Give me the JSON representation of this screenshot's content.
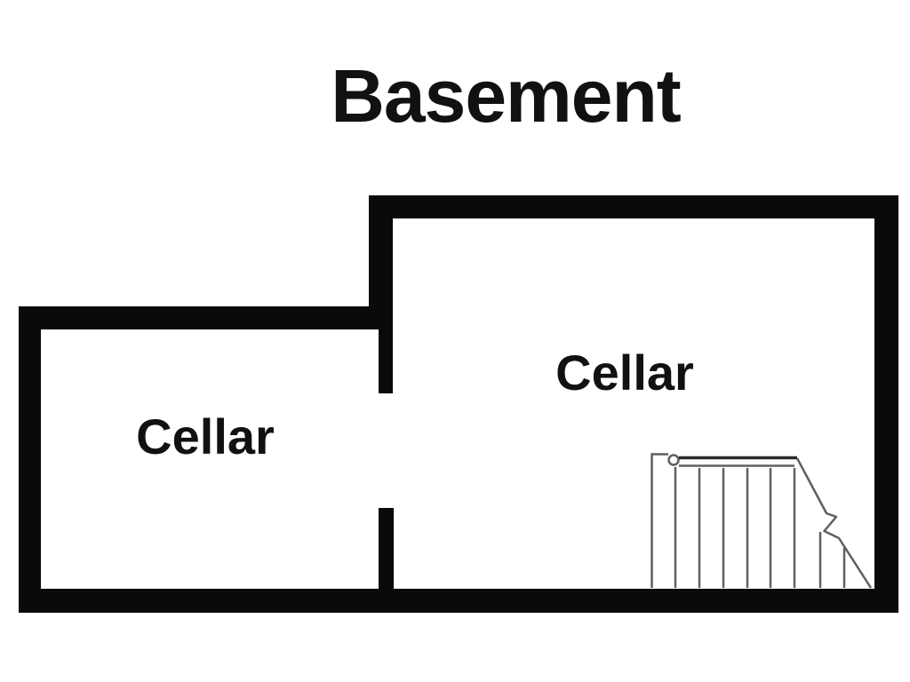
{
  "page": {
    "title": "Basement"
  },
  "rooms": [
    {
      "label": "Cellar",
      "position": "left"
    },
    {
      "label": "Cellar",
      "position": "right"
    }
  ],
  "icons": {
    "stairs": "stairs-plan-symbol"
  },
  "colors": {
    "background": "#ffffff",
    "wall": "#0a0a0a",
    "stair_line": "#5f5f5f",
    "stair_top_edge": "#2a2a2a",
    "text": "#111111"
  }
}
